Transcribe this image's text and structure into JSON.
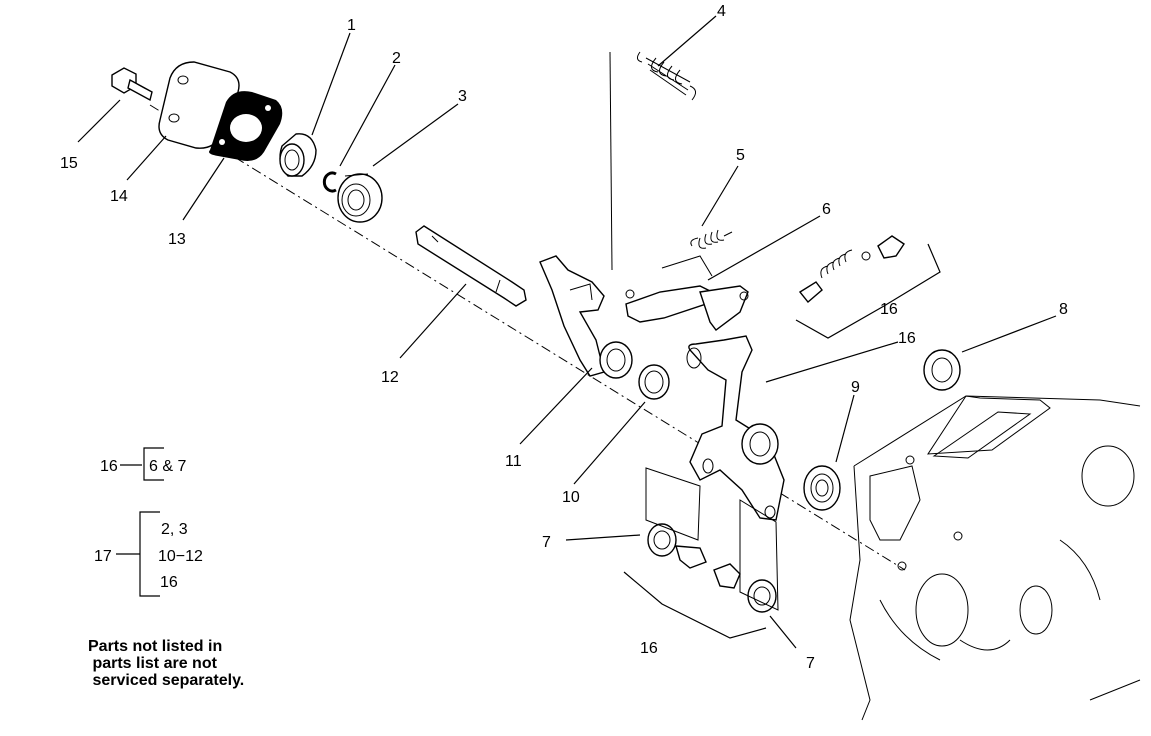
{
  "callouts": [
    {
      "id": "c1",
      "text": "1"
    },
    {
      "id": "c2",
      "text": "2"
    },
    {
      "id": "c3",
      "text": "3"
    },
    {
      "id": "c4",
      "text": "4"
    },
    {
      "id": "c5",
      "text": "5"
    },
    {
      "id": "c6",
      "text": "6"
    },
    {
      "id": "c7a",
      "text": "7"
    },
    {
      "id": "c7b",
      "text": "7"
    },
    {
      "id": "c8",
      "text": "8"
    },
    {
      "id": "c9",
      "text": "9"
    },
    {
      "id": "c10",
      "text": "10"
    },
    {
      "id": "c11",
      "text": "11"
    },
    {
      "id": "c12",
      "text": "12"
    },
    {
      "id": "c13",
      "text": "13"
    },
    {
      "id": "c14",
      "text": "14"
    },
    {
      "id": "c15",
      "text": "15"
    },
    {
      "id": "c16a",
      "text": "16"
    },
    {
      "id": "c16b",
      "text": "16"
    },
    {
      "id": "c16c",
      "text": "16"
    }
  ],
  "kit_legend": {
    "kit16": {
      "number": "16",
      "items": [
        "6 & 7"
      ]
    },
    "kit17": {
      "number": "17",
      "items": [
        "2, 3",
        "10−12",
        "16"
      ]
    }
  },
  "note_lines": [
    "Parts not listed in",
    " parts list are not",
    " serviced separately."
  ]
}
